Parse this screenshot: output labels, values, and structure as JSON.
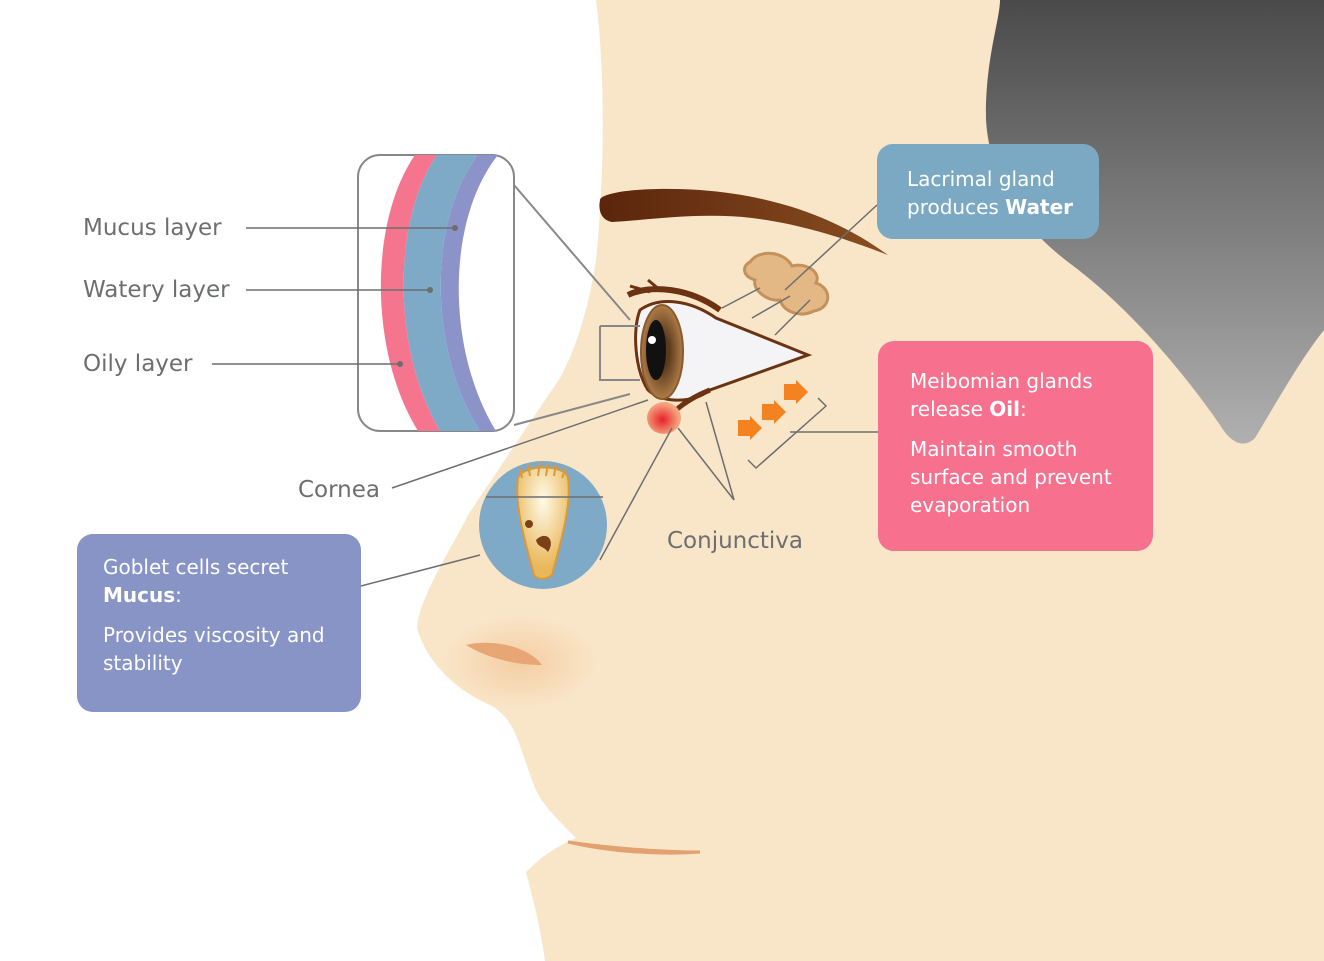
{
  "labels": {
    "mucus_layer": "Mucus layer",
    "watery_layer": "Watery layer",
    "oily_layer": "Oily layer",
    "cornea": "Cornea",
    "conjunctiva": "Conjunctiva"
  },
  "lacrimal": {
    "line1": "Lacrimal gland",
    "line2_prefix": "produces ",
    "line2_bold": "Water"
  },
  "meibomian": {
    "line1": "Meibomian glands",
    "line2_prefix": "release ",
    "line2_bold": "Oil",
    "line2_suffix": ":",
    "desc1": "Maintain smooth",
    "desc2": "surface and prevent",
    "desc3": "evaporation"
  },
  "goblet": {
    "line1": "Goblet cells secret",
    "line2_bold": "Mucus",
    "line2_suffix": ":",
    "desc1": "Provides viscosity and",
    "desc2": "stability"
  },
  "colors": {
    "skin": "#f9e6c9",
    "hair": "#555555",
    "eyebrow": "#6b3312",
    "lacrimal_box": "#7ba9c3",
    "meibomian_box": "#f7718f",
    "goblet_box": "#8893c6",
    "oily_layer": "#f5758f",
    "watery_layer": "#7eaac8",
    "mucus_layer": "#8c93c9",
    "iris": "#a07445",
    "arrows": "#f58220",
    "label_text": "#6d6e70"
  }
}
